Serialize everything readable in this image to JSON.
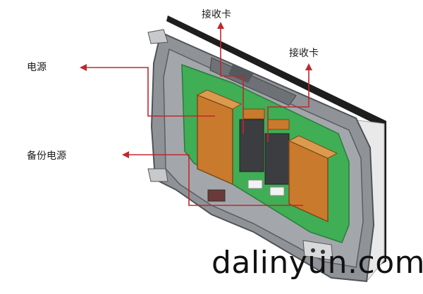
{
  "labels": {
    "power_supply": "电源",
    "backup_power_supply": "备份电源",
    "receiving_card_1": "接收卡",
    "receiving_card_2": "接收卡"
  },
  "watermark": "dalinyun.com",
  "colors": {
    "arrow": "#c0282c",
    "frame": "#8d9196",
    "frame_dark": "#55595e",
    "pcb": "#3fae55",
    "power_module": "#c97a2c",
    "frame_edge": "#1e1e1e"
  }
}
